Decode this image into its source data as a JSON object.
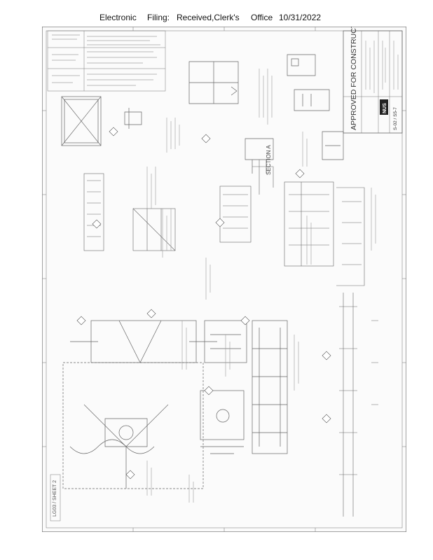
{
  "header": {
    "word1": "Electronic",
    "word2": "Filing:",
    "word3": "Received,Clerk's",
    "word4": "Office",
    "date": "10/31/2022"
  },
  "drawing": {
    "approval_stamp": "APPROVED FOR CONSTRUCTION",
    "section_a": "SECTION A",
    "firm_logo": "NUS",
    "sheet_code": "S-02 / S5-7",
    "page_mark": "LG03 / SHEET 2"
  },
  "colors": {
    "line": "#555555",
    "faint": "#9a9a9a",
    "paper": "#fbfbfb"
  }
}
